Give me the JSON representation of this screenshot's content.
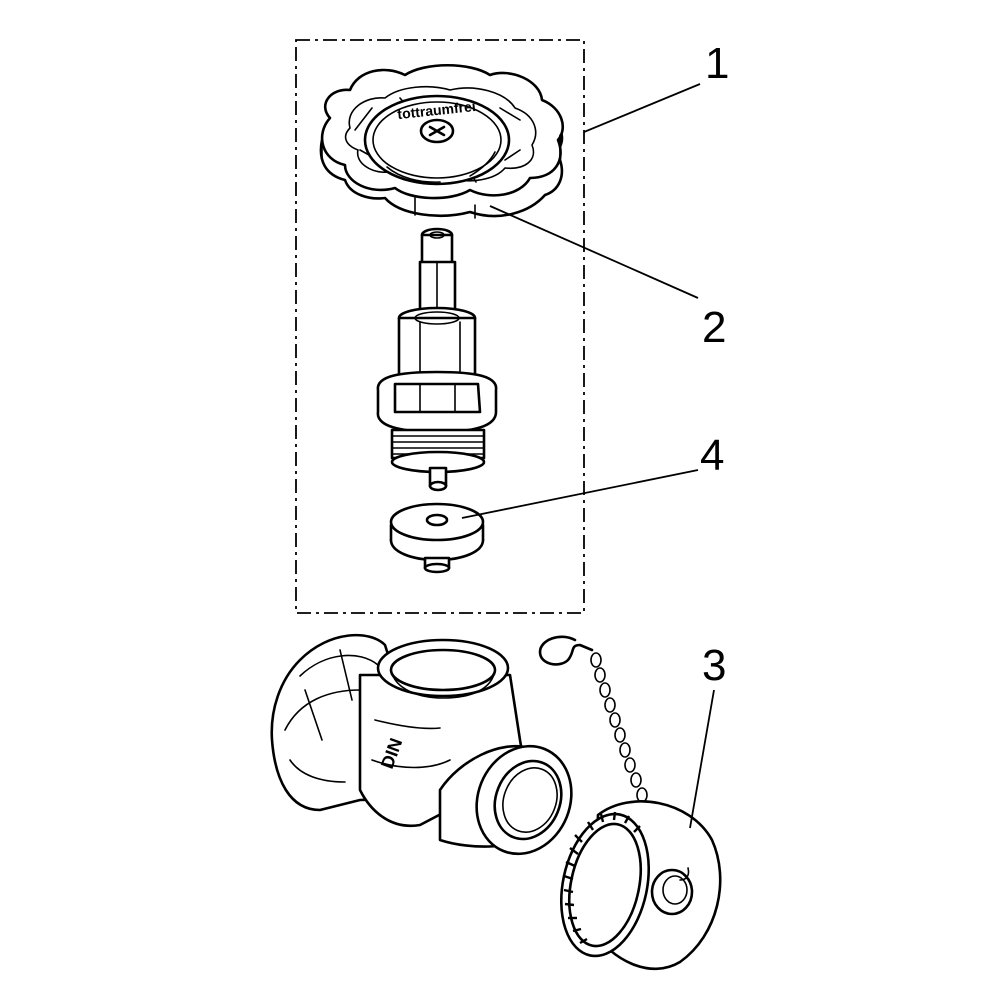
{
  "diagram": {
    "callouts": [
      {
        "id": "1",
        "label": "1",
        "part": "handwheel-and-headpart-assembly"
      },
      {
        "id": "2",
        "label": "2",
        "part": "handwheel"
      },
      {
        "id": "3",
        "label": "3",
        "part": "cap-with-chain"
      },
      {
        "id": "4",
        "label": "4",
        "part": "valve-washer"
      }
    ],
    "embossed_text": {
      "handwheel": "tottraumfrei",
      "body_mark": "DIN"
    },
    "colors": {
      "line": "#000000",
      "background": "#ffffff"
    }
  }
}
